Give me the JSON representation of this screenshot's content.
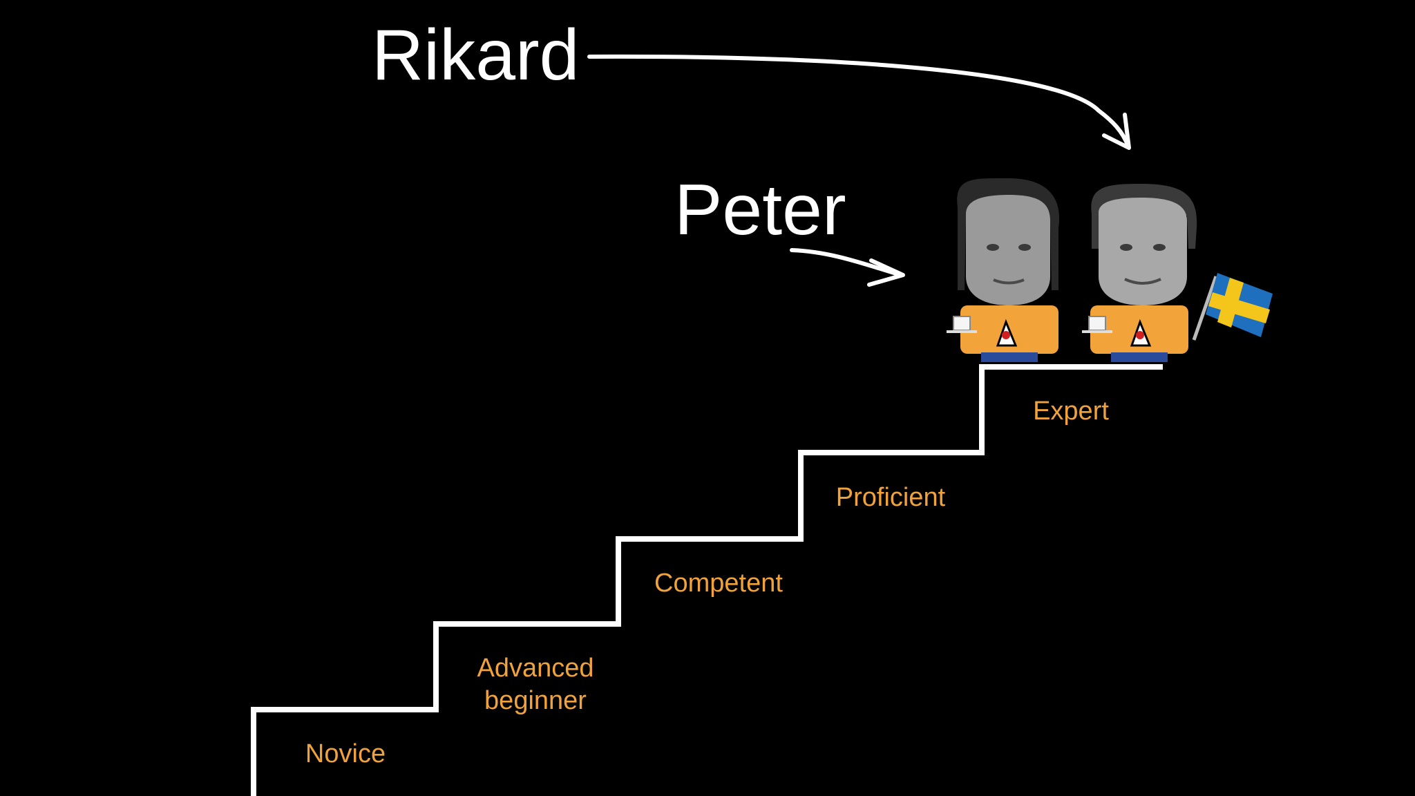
{
  "people": {
    "rikard": "Rikard",
    "peter": "Peter"
  },
  "stairs": {
    "novice": "Novice",
    "advanced_line1": "Advanced",
    "advanced_line2": "beginner",
    "competent": "Competent",
    "proficient": "Proficient",
    "expert": "Expert"
  },
  "colors": {
    "background": "#000000",
    "name_text": "#ffffff",
    "step_text": "#f0a23c",
    "stair_line": "#ffffff",
    "shirt": "#f2a33a",
    "flag_blue": "#1f6fbf",
    "flag_yellow": "#f4c51a"
  },
  "icons": {
    "mascot": "java-duke-logo",
    "cup": "coffee-cup-icon",
    "flag": "swedish-flag-icon"
  }
}
